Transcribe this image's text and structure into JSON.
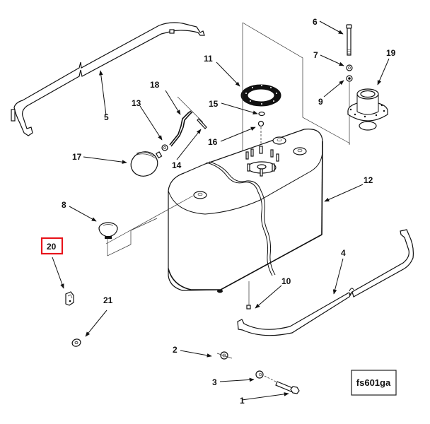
{
  "diagram": {
    "title": "Fuel tank assembly exploded parts view",
    "figure_id": "fs601ga",
    "highlight_color": "#e8141b",
    "highlighted_callout": "20",
    "callouts": [
      {
        "id": "1",
        "label": "1",
        "part": "bolt"
      },
      {
        "id": "2",
        "label": "2",
        "part": "nut"
      },
      {
        "id": "3",
        "label": "3",
        "part": "lock washer"
      },
      {
        "id": "4",
        "label": "4",
        "part": "tank strap (front)"
      },
      {
        "id": "5",
        "label": "5",
        "part": "tank strap (rear)"
      },
      {
        "id": "6",
        "label": "6",
        "part": "bolt"
      },
      {
        "id": "7",
        "label": "7",
        "part": "lock washer"
      },
      {
        "id": "8",
        "label": "8",
        "part": "vent cap"
      },
      {
        "id": "9",
        "label": "9",
        "part": "washer"
      },
      {
        "id": "10",
        "label": "10",
        "part": "drain plug"
      },
      {
        "id": "11",
        "label": "11",
        "part": "gasket"
      },
      {
        "id": "12",
        "label": "12",
        "part": "fuel tank"
      },
      {
        "id": "13",
        "label": "13",
        "part": "nut"
      },
      {
        "id": "14",
        "label": "14",
        "part": "pin"
      },
      {
        "id": "15",
        "label": "15",
        "part": "o-ring"
      },
      {
        "id": "16",
        "label": "16",
        "part": "ball"
      },
      {
        "id": "17",
        "label": "17",
        "part": "float"
      },
      {
        "id": "18",
        "label": "18",
        "part": "float arm"
      },
      {
        "id": "19",
        "label": "19",
        "part": "sending unit flange"
      },
      {
        "id": "20",
        "label": "20",
        "part": "clip nut"
      },
      {
        "id": "21",
        "label": "21",
        "part": "washer"
      }
    ]
  }
}
